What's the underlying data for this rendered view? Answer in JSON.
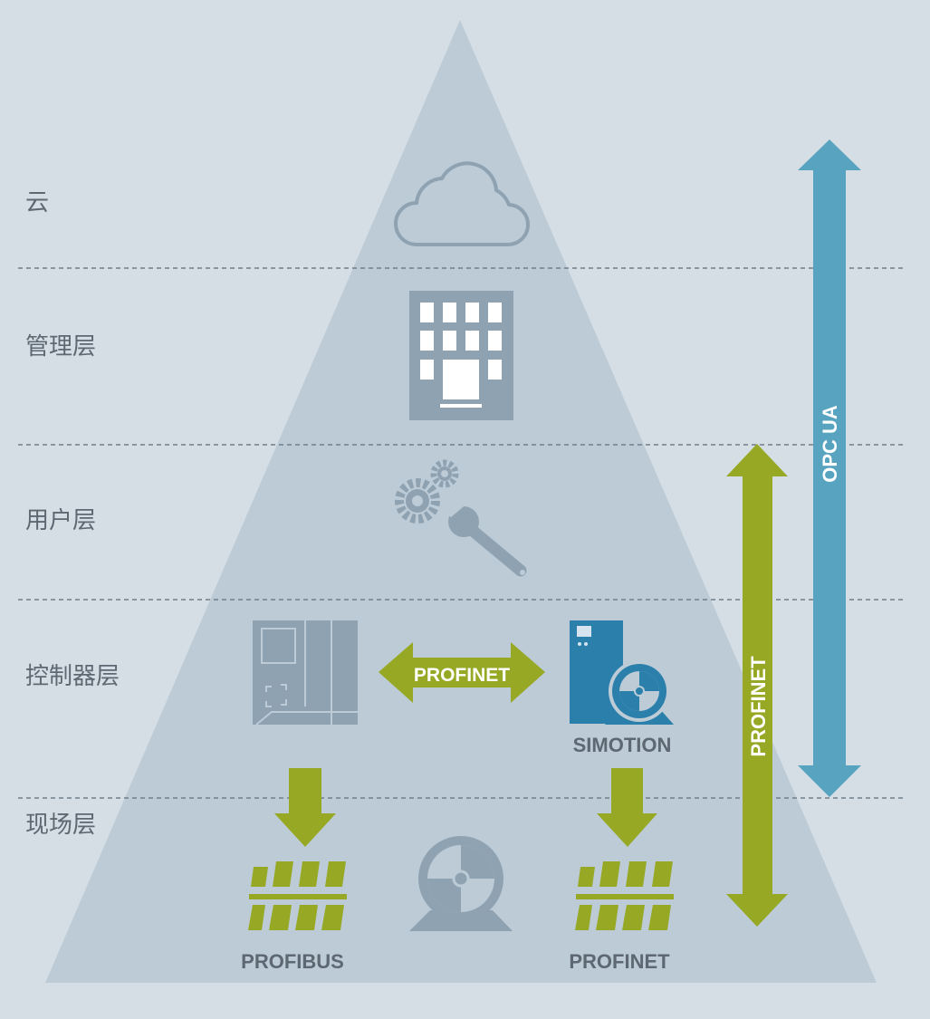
{
  "layers": [
    "云",
    "管理层",
    "用户层",
    "控制器层",
    "现场层"
  ],
  "center_arrow_label": "PROFINET",
  "simotion_label": "SIMOTION",
  "profibus_label": "PROFIBUS",
  "profinet_bottom_label": "PROFINET",
  "vertical_profinet_label": "PROFINET",
  "opc_ua_label": "OPC UA",
  "colors": {
    "background": "#d5dee5",
    "pyramid": "#bccbd6",
    "icon_gray": "#8ea2b2",
    "green": "#97a924",
    "blue": "#58a3bf",
    "siemens_blue": "#2a7fab",
    "label_text": "#5d6872"
  },
  "icons": [
    "cloud-icon",
    "building-icon",
    "gears-wrench-icon",
    "plc-controller-icon",
    "drive-motor-icon",
    "fan-motor-icon",
    "profibus-network-icon",
    "profinet-network-icon"
  ]
}
